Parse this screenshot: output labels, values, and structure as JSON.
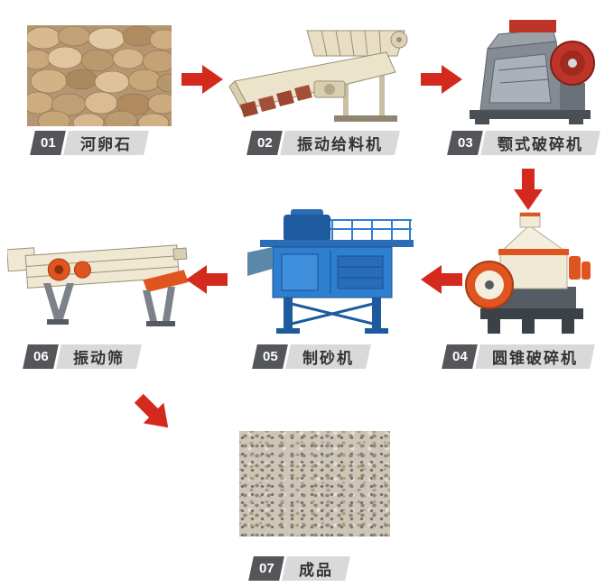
{
  "diagram": {
    "type": "process-flow",
    "subject": "river pebble sand production line"
  },
  "colors": {
    "arrow_red": "#d42a1e",
    "step_number_bg": "#54565a",
    "step_label_bg": "#d9d9d9",
    "step_label_text": "#333333"
  },
  "steps": [
    {
      "number": "01",
      "label": "河卵石",
      "image": "river-pebbles"
    },
    {
      "number": "02",
      "label": "振动给料机",
      "image": "vibrating-feeder"
    },
    {
      "number": "03",
      "label": "颚式破碎机",
      "image": "jaw-crusher"
    },
    {
      "number": "04",
      "label": "圆锥破碎机",
      "image": "cone-crusher"
    },
    {
      "number": "05",
      "label": "制砂机",
      "image": "sand-making-machine"
    },
    {
      "number": "06",
      "label": "振动筛",
      "image": "vibrating-screen"
    },
    {
      "number": "07",
      "label": "成品",
      "image": "finished-product"
    }
  ],
  "arrows": [
    {
      "from": "01",
      "to": "02",
      "direction": "right"
    },
    {
      "from": "02",
      "to": "03",
      "direction": "right"
    },
    {
      "from": "03",
      "to": "04",
      "direction": "down"
    },
    {
      "from": "04",
      "to": "05",
      "direction": "left"
    },
    {
      "from": "05",
      "to": "06",
      "direction": "left"
    },
    {
      "from": "06",
      "to": "07",
      "direction": "down-right"
    }
  ]
}
